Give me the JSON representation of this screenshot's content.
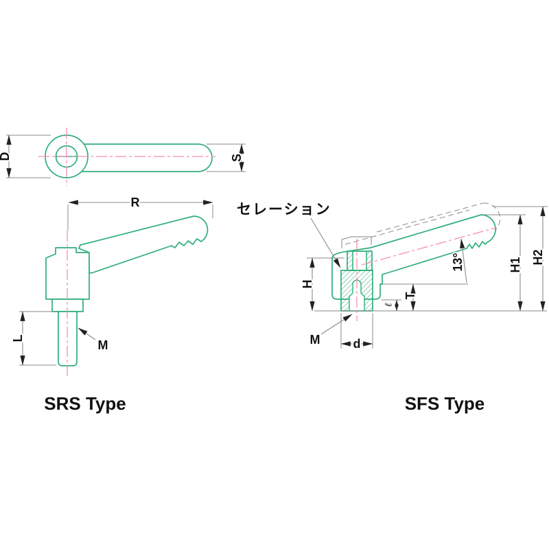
{
  "drawing": {
    "captions": {
      "srs": "SRS Type",
      "sfs": "SFS Type"
    },
    "annotations": {
      "serration": "セレーション",
      "angle": "13°"
    },
    "dimensions": {
      "top_view": {
        "boss_diameter": "D",
        "handle_end": "S"
      },
      "srs": {
        "reach": "R",
        "stud_length": "L",
        "stud_thread": "M"
      },
      "sfs": {
        "boss_height": "H",
        "lever_height": "H1",
        "overall_height": "H2",
        "thread_depth": "T",
        "nut_protrusion": "ℓ",
        "thread": "M",
        "boss_diameter": "d"
      }
    },
    "colors": {
      "part_outline": "#2eae78",
      "centerline": "#f48fb8",
      "dimension_line": "#8a8a8a",
      "alt_position": "#9b9b9b",
      "text": "#111111",
      "background": "#ffffff"
    }
  }
}
